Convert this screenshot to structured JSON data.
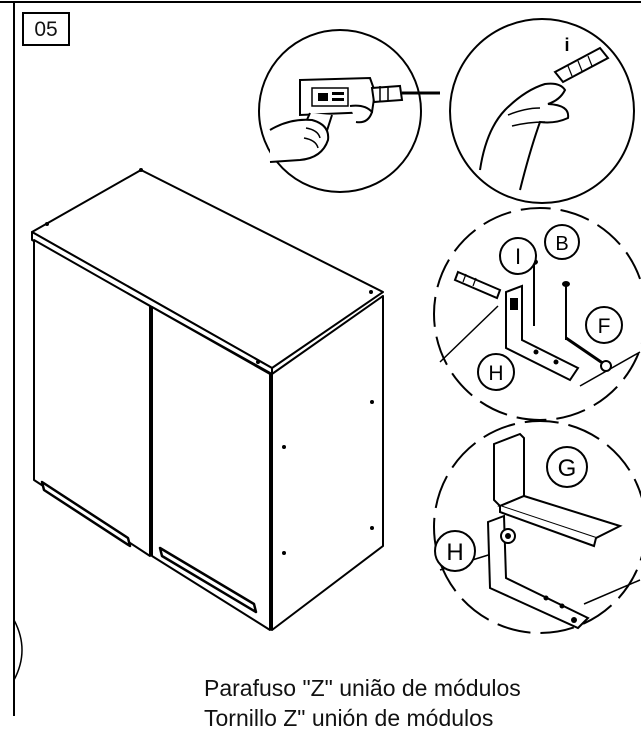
{
  "step": {
    "number": "05"
  },
  "callouts": {
    "plug_top": "i",
    "plug": "I",
    "screw_small": "B",
    "screw_long": "F",
    "bracket_1": "H",
    "bracket_2": "H",
    "part_g": "G"
  },
  "caption": {
    "line1": "Parafuso \"Z\" união de módulos",
    "line2": "Tornillo     Z\" unión de módulos"
  }
}
